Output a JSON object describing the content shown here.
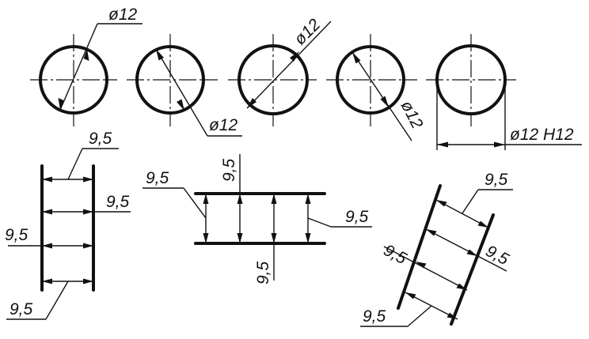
{
  "circles": {
    "c1": {
      "label": "ø12"
    },
    "c2": {
      "label": "ø12"
    },
    "c3": {
      "label": "ø12"
    },
    "c4": {
      "label": "ø12"
    },
    "c5": {
      "label": "ø12 H12"
    }
  },
  "dimensions": {
    "left_top": "9,5",
    "left_right": "9,5",
    "left_left": "9,5",
    "left_bottom": "9,5",
    "mid_left": "9,5",
    "mid_top": "9,5",
    "mid_right": "9,5",
    "mid_bottom": "9,5",
    "right_top": "9,5",
    "right_left": "9,5",
    "right_right": "9,5",
    "right_bottom": "9,5"
  }
}
